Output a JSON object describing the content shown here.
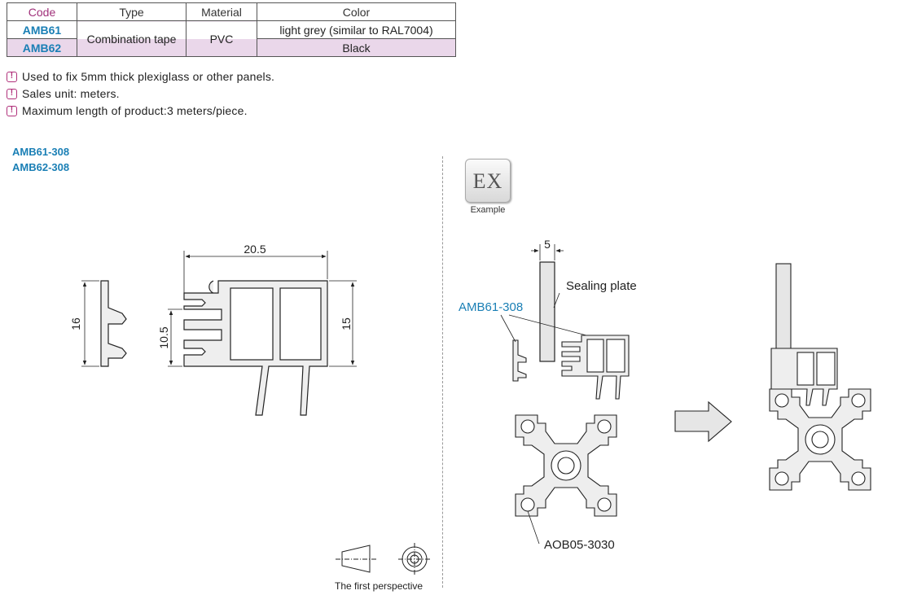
{
  "table": {
    "headers": [
      "Code",
      "Type",
      "Material",
      "Color"
    ],
    "rows": [
      {
        "code": "AMB61",
        "color": "light grey (similar to RAL7004)"
      },
      {
        "code": "AMB62",
        "color": "Black"
      }
    ],
    "type": "Combination tape",
    "material": "PVC"
  },
  "notes": [
    "Used to fix 5mm thick plexiglass or other panels.",
    "Sales unit: meters.",
    "Maximum length of  product:3 meters/piece."
  ],
  "models": [
    "AMB61-308",
    "AMB62-308"
  ],
  "dimensions": {
    "width": "20.5",
    "height": "15",
    "total": "16",
    "slot": "10.5",
    "plate": "5"
  },
  "example": {
    "badge": "EX",
    "caption": "Example",
    "plate_label": "Sealing plate",
    "tape_label": "AMB61-308",
    "profile_label": "AOB05-3030"
  },
  "perspective_label": "The first perspective",
  "colors": {
    "code_header": "#a0307a",
    "code": "#1a7fb5",
    "row_highlight": "#ead7ea"
  }
}
